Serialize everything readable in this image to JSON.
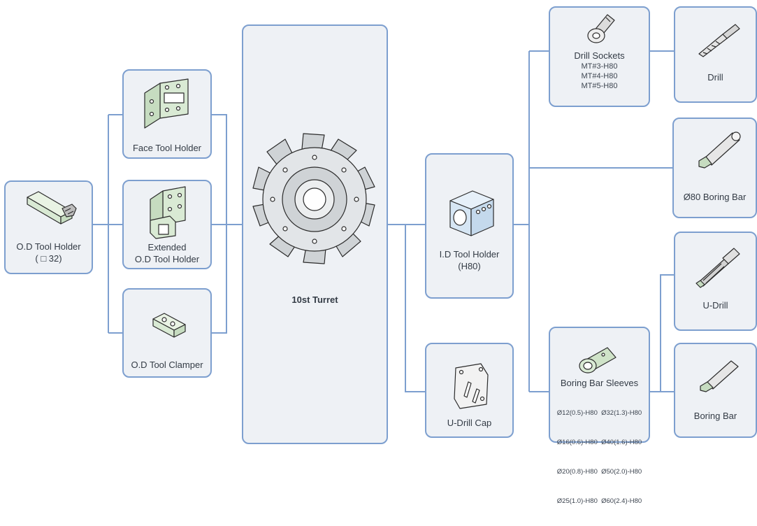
{
  "nodes": {
    "od_holder": {
      "title": "O.D Tool Holder",
      "spec": "( □ 32)"
    },
    "face_holder": {
      "title": "Face Tool Holder"
    },
    "extended_holder": {
      "line1": "Extended",
      "line2": "O.D Tool Holder"
    },
    "od_clamper": {
      "title": "O.D Tool Clamper"
    },
    "turret": {
      "title": "10st Turret"
    },
    "id_holder": {
      "line1": "I.D Tool Holder",
      "line2": "(H80)"
    },
    "udrill_cap": {
      "title": "U-Drill Cap"
    },
    "drill_sockets": {
      "title": "Drill Sockets",
      "specs": [
        "MT#3-H80",
        "MT#4-H80",
        "MT#5-H80"
      ]
    },
    "boring_sleeves": {
      "title": "Boring Bar Sleeves",
      "specs": [
        "Ø12(0.5)-H80  Ø32(1.3)-H80",
        "Ø16(0.6)-H80  Ø40(1.6)-H80",
        "Ø20(0.8)-H80  Ø50(2.0)-H80",
        "Ø25(1.0)-H80  Ø60(2.4)-H80"
      ]
    },
    "drill": {
      "title": "Drill"
    },
    "boring_bar_80": {
      "title": "Ø80 Boring Bar"
    },
    "udrill": {
      "title": "U-Drill"
    },
    "boring_bar": {
      "title": "Boring Bar"
    }
  },
  "colors": {
    "box_border": "#7d9fcf",
    "box_fill": "#eef1f5",
    "connector": "#7d9fcf",
    "holder_green": "#d9ead4",
    "cutter_green": "#c6dcc0",
    "id_blue": "#d6e6f4",
    "turret_gray": "#cfd3d6"
  },
  "icons": [
    "od-tool-holder-icon",
    "face-tool-holder-icon",
    "extended-holder-icon",
    "tool-clamper-icon",
    "turret-icon",
    "id-tool-holder-icon",
    "udrill-cap-icon",
    "drill-socket-icon",
    "sleeve-icon",
    "drill-icon",
    "boring-bar-icon",
    "udrill-icon"
  ]
}
